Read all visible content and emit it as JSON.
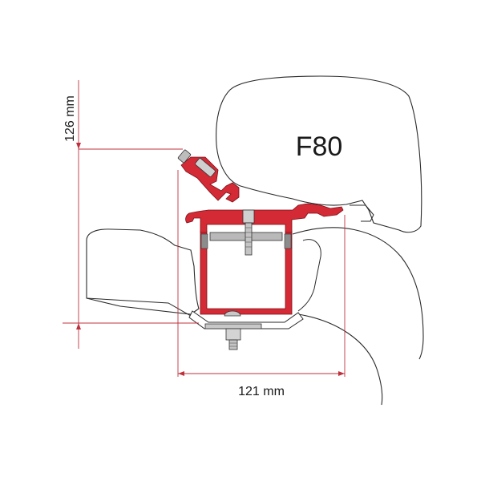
{
  "diagram": {
    "product_label": "F80",
    "height_dimension": "126 mm",
    "width_dimension": "121 mm"
  },
  "colors": {
    "bracket_red": "#d42a35",
    "dimension_line": "#c0303c",
    "outline": "#2a2a2a",
    "bolt_gray": "#9a9a9a",
    "background": "#ffffff"
  }
}
